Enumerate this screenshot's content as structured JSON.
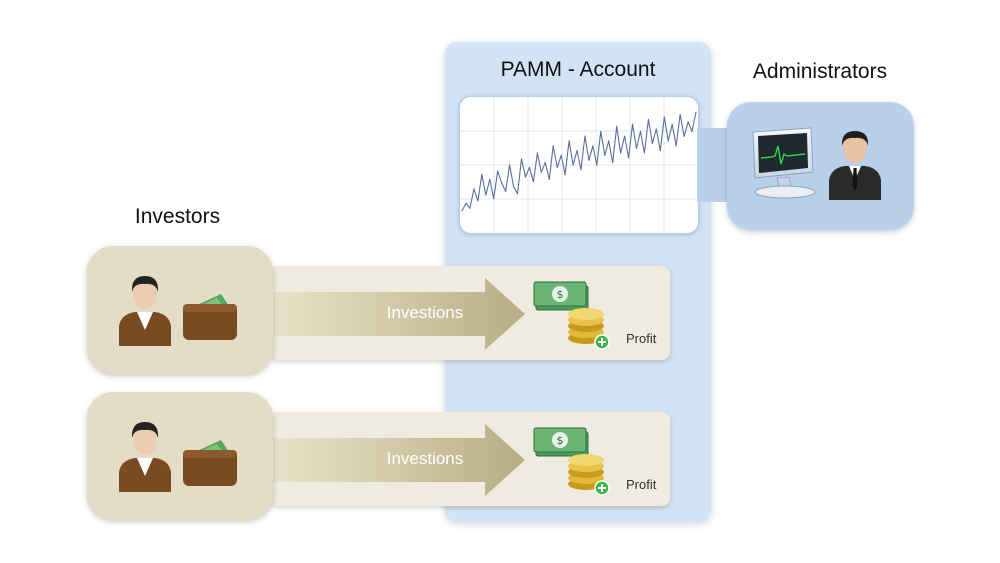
{
  "pamm": {
    "title": "PAMM - Account"
  },
  "administrators": {
    "title": "Administrators"
  },
  "investors": {
    "title": "Investors",
    "rows": [
      {
        "arrow_label": "Investions",
        "profit_label": "Profit"
      },
      {
        "arrow_label": "Investions",
        "profit_label": "Profit"
      }
    ]
  },
  "chart_data": {
    "type": "line",
    "title": "",
    "xlabel": "",
    "ylabel": "",
    "grid": true,
    "x": [
      0,
      1,
      2,
      3,
      4,
      5,
      6,
      7,
      8,
      9,
      10,
      11,
      12,
      13,
      14,
      15,
      16,
      17,
      18,
      19,
      20,
      21,
      22,
      23,
      24,
      25,
      26,
      27,
      28,
      29,
      30,
      31,
      32,
      33,
      34,
      35,
      36,
      37,
      38,
      39,
      40,
      41,
      42,
      43,
      44,
      45,
      46,
      47,
      48,
      49,
      50,
      51,
      52,
      53,
      54,
      55,
      56,
      57,
      58,
      59
    ],
    "values": [
      12,
      18,
      14,
      30,
      20,
      42,
      25,
      38,
      22,
      45,
      35,
      28,
      50,
      32,
      26,
      55,
      40,
      48,
      36,
      60,
      44,
      52,
      38,
      66,
      48,
      58,
      42,
      70,
      50,
      62,
      46,
      74,
      54,
      66,
      50,
      78,
      58,
      70,
      52,
      82,
      60,
      74,
      56,
      84,
      64,
      78,
      60,
      88,
      68,
      80,
      62,
      90,
      70,
      84,
      66,
      92,
      74,
      86,
      78,
      94
    ],
    "ylim": [
      0,
      100
    ],
    "colors": {
      "line": "#5a6f9e"
    }
  },
  "colors": {
    "pamm_panel": "#d2e3f5",
    "admin_box": "#b9d0ea",
    "investor_box": "#e3dcc6",
    "strip": "#efebe1",
    "arrow": "#c8c29e"
  }
}
